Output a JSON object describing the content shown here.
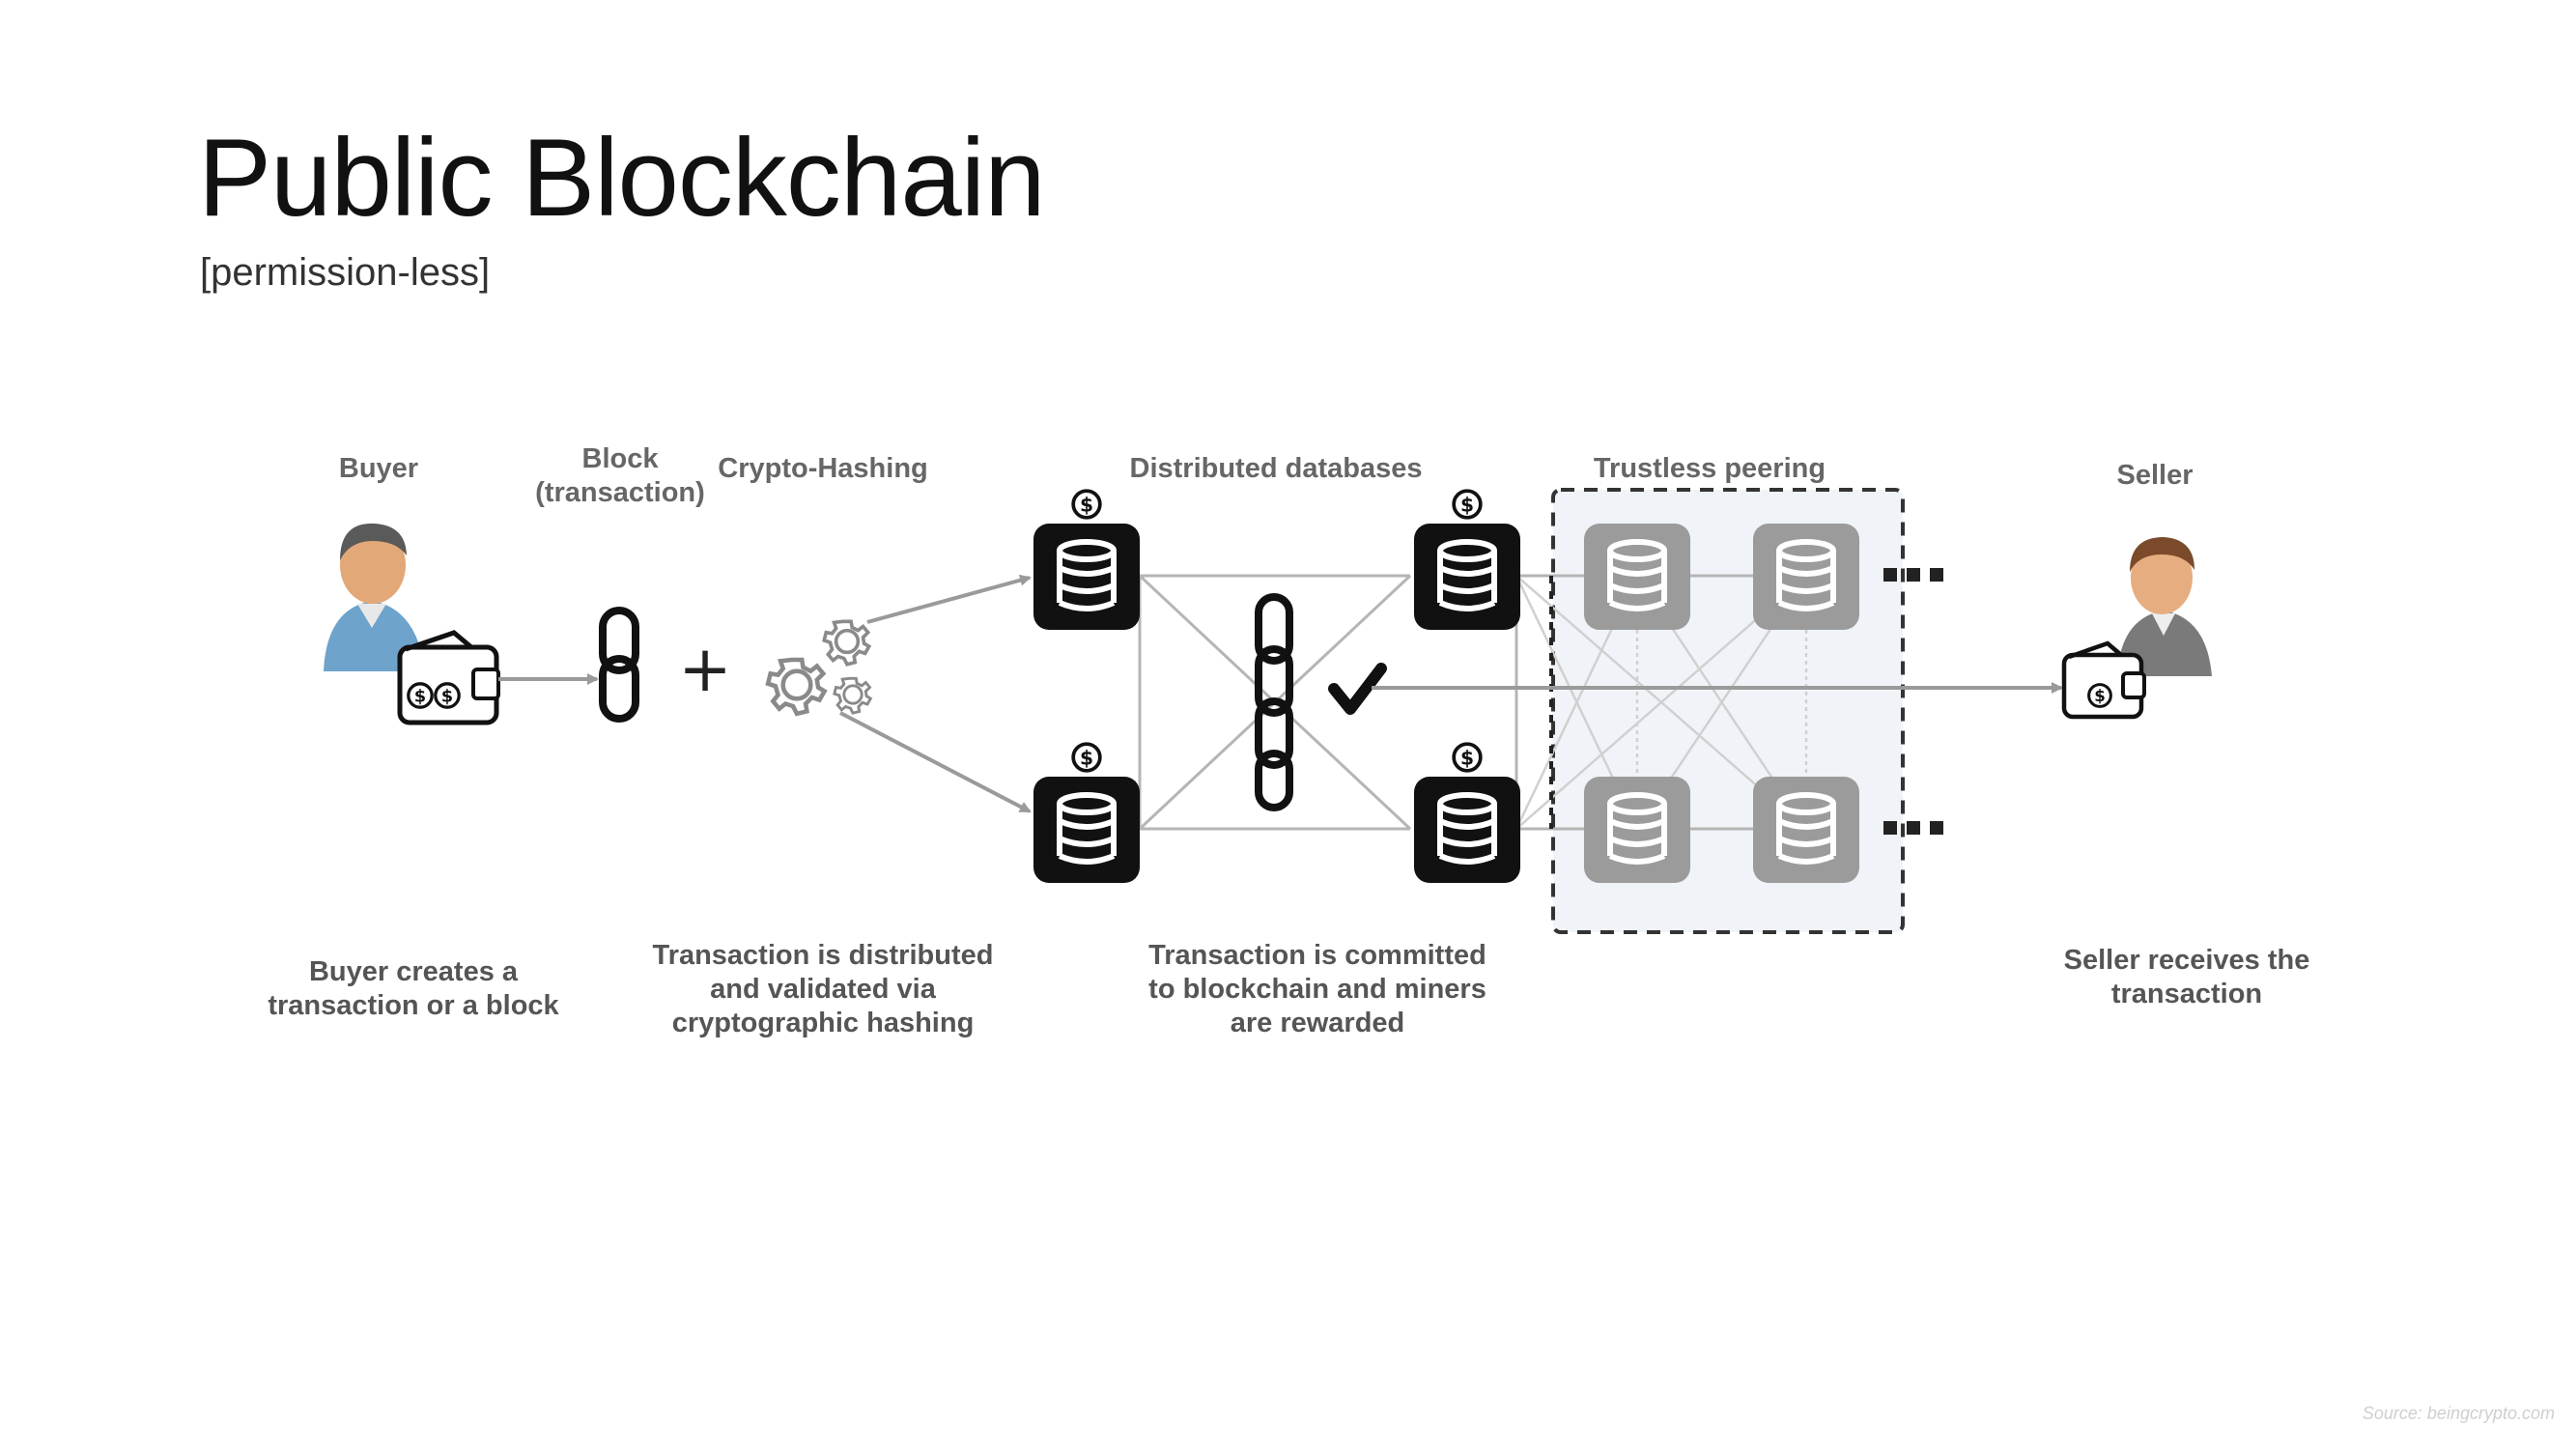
{
  "slide": {
    "title": "Public Blockchain",
    "subtitle": "[permission-less]",
    "source": "Source: beingcrypto.com"
  },
  "diagram": {
    "labels": {
      "buyer": "Buyer",
      "block_line1": "Block",
      "block_line2": "(transaction)",
      "crypto_hashing": "Crypto-Hashing",
      "distributed_databases": "Distributed databases",
      "trustless_peering": "Trustless peering",
      "seller": "Seller"
    },
    "captions": {
      "buyer": [
        "Buyer creates a",
        "transaction or a block"
      ],
      "hashing": [
        "Transaction is distributed",
        "and validated via",
        "cryptographic hashing"
      ],
      "commit": [
        "Transaction is committed",
        "to blockchain and miners",
        "are rewarded"
      ],
      "seller": [
        "Seller receives the",
        "transaction"
      ]
    },
    "symbols": {
      "plus": "+",
      "dollar": "$",
      "ellipsis": "..."
    },
    "icons": [
      "buyer-person-icon",
      "wallet-icon",
      "chain-link-icon",
      "gears-icon",
      "database-icon",
      "checkmark-icon",
      "seller-person-icon"
    ],
    "colors": {
      "text_label": "#666666",
      "database_active": "#111111",
      "database_peer": "#9b9b9b",
      "peering_box_bg": "#f0f4f8",
      "arrow": "#9a9a9a"
    }
  }
}
